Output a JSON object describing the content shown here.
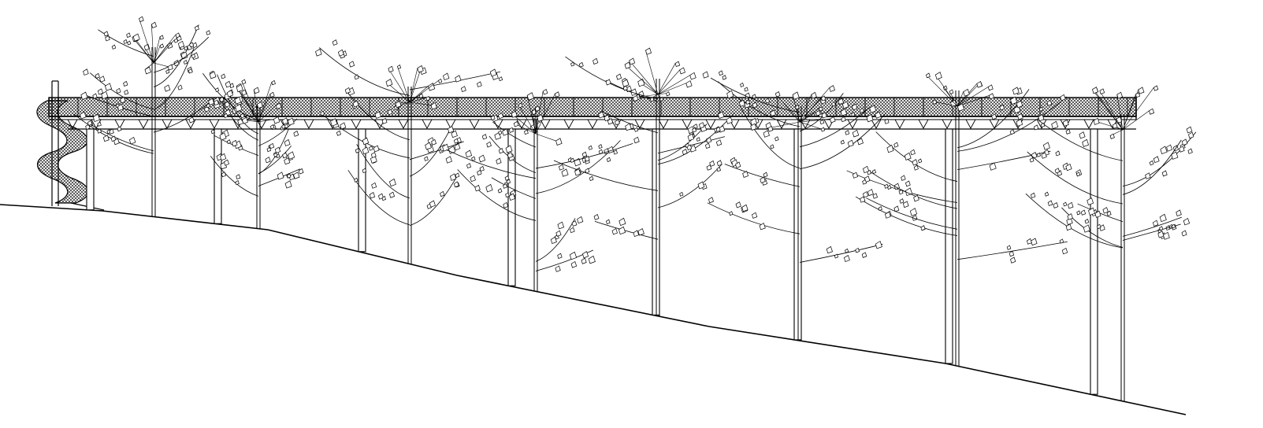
{
  "drawing": {
    "kind": "architectural elevation line drawing",
    "line_color": "#000000",
    "background_color": "#ffffff",
    "hatch_pattern": "crosshatch",
    "elements": [
      "spiral-stair-tower",
      "elevated-walkway",
      "railing",
      "truss",
      "support-posts",
      "trees",
      "sloped-ground"
    ]
  }
}
